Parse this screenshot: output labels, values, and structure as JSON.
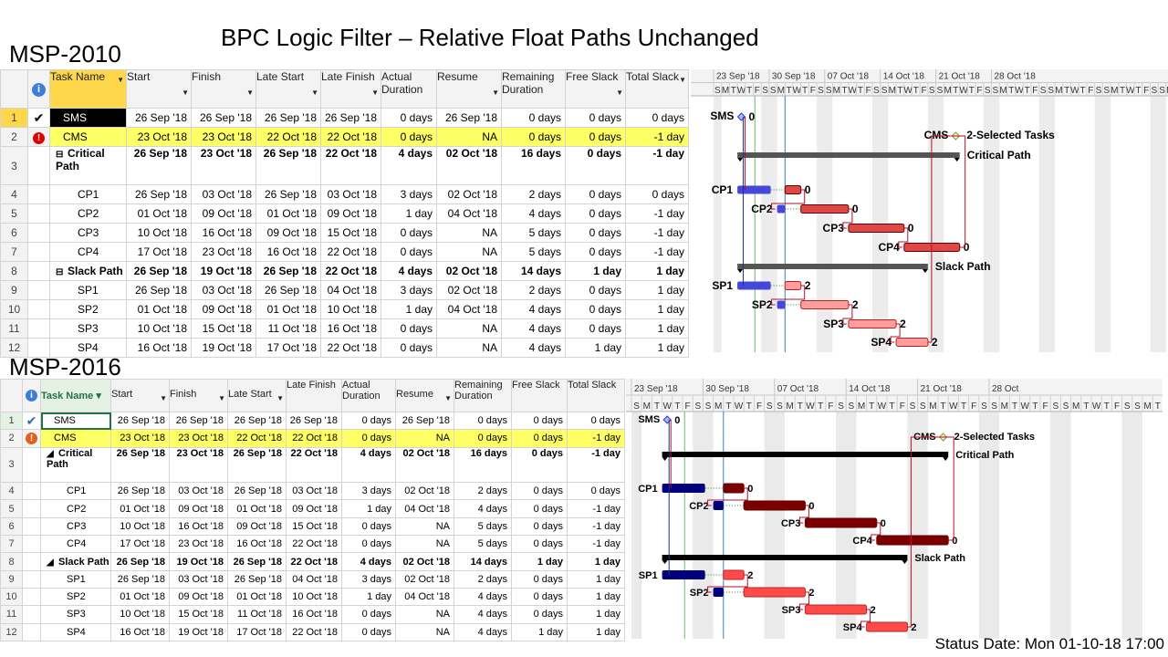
{
  "title": "BPC Logic Filter – Relative Float Paths Unchanged",
  "status_date": "Status Date: Mon 01-10-18 17:00",
  "msp2010": {
    "label": "MSP-2010",
    "columns": [
      "Task Name",
      "Start",
      "Finish",
      "Late Start",
      "Late Finish",
      "Actual Duration",
      "Resume",
      "Remaining Duration",
      "Free Slack",
      "Total Slack"
    ],
    "timescale_weeks": [
      "23 Sep '18",
      "30 Sep '18",
      "07 Oct '18",
      "14 Oct '18",
      "21 Oct '18",
      "28 Oct '18"
    ],
    "day_letters": [
      "S",
      "M",
      "T",
      "W",
      "T",
      "F",
      "S"
    ]
  },
  "msp2016": {
    "label": "MSP-2016",
    "columns": [
      "Task Name",
      "Start",
      "Finish",
      "Late Start",
      "Late Finish",
      "Actual Duration",
      "Resume",
      "Remaining Duration",
      "Free Slack",
      "Total Slack"
    ],
    "timescale_weeks": [
      "23 Sep '18",
      "30 Sep '18",
      "07 Oct '18",
      "14 Oct '18",
      "21 Oct '18",
      "28 Oct"
    ],
    "day_letters": [
      "S",
      "M",
      "T",
      "W",
      "T",
      "F",
      "S"
    ]
  },
  "rows": [
    {
      "id": "1",
      "name": "SMS",
      "start": "26 Sep '18",
      "finish": "26 Sep '18",
      "ls": "26 Sep '18",
      "lf": "26 Sep '18",
      "ad": "0 days",
      "resume": "26 Sep '18",
      "rd": "0 days",
      "fs": "0 days",
      "ts": "0 days"
    },
    {
      "id": "2",
      "name": "CMS",
      "start": "23 Oct '18",
      "finish": "23 Oct '18",
      "ls": "22 Oct '18",
      "lf": "22 Oct '18",
      "ad": "0 days",
      "resume": "NA",
      "rd": "0 days",
      "fs": "0 days",
      "ts": "-1 day"
    },
    {
      "id": "3",
      "name": "Critical Path",
      "start": "26 Sep '18",
      "finish": "23 Oct '18",
      "ls": "26 Sep '18",
      "lf": "22 Oct '18",
      "ad": "4 days",
      "resume": "02 Oct '18",
      "rd": "16 days",
      "fs": "0 days",
      "ts": "-1 day"
    },
    {
      "id": "4",
      "name": "CP1",
      "start": "26 Sep '18",
      "finish": "03 Oct '18",
      "ls": "26 Sep '18",
      "lf": "03 Oct '18",
      "ad": "3 days",
      "resume": "02 Oct '18",
      "rd": "2 days",
      "fs": "0 days",
      "ts": "0 days"
    },
    {
      "id": "5",
      "name": "CP2",
      "start": "01 Oct '18",
      "finish": "09 Oct '18",
      "ls": "01 Oct '18",
      "lf": "09 Oct '18",
      "ad": "1 day",
      "resume": "04 Oct '18",
      "rd": "4 days",
      "fs": "0 days",
      "ts": "-1 day"
    },
    {
      "id": "6",
      "name": "CP3",
      "start": "10 Oct '18",
      "finish": "16 Oct '18",
      "ls": "09 Oct '18",
      "lf": "15 Oct '18",
      "ad": "0 days",
      "resume": "NA",
      "rd": "5 days",
      "fs": "0 days",
      "ts": "-1 day"
    },
    {
      "id": "7",
      "name": "CP4",
      "start": "17 Oct '18",
      "finish": "23 Oct '18",
      "ls": "16 Oct '18",
      "lf": "22 Oct '18",
      "ad": "0 days",
      "resume": "NA",
      "rd": "5 days",
      "fs": "0 days",
      "ts": "-1 day"
    },
    {
      "id": "8",
      "name": "Slack Path",
      "start": "26 Sep '18",
      "finish": "19 Oct '18",
      "ls": "26 Sep '18",
      "lf": "22 Oct '18",
      "ad": "4 days",
      "resume": "02 Oct '18",
      "rd": "14 days",
      "fs": "1 day",
      "ts": "1 day"
    },
    {
      "id": "9",
      "name": "SP1",
      "start": "26 Sep '18",
      "finish": "03 Oct '18",
      "ls": "26 Sep '18",
      "lf": "04 Oct '18",
      "ad": "3 days",
      "resume": "02 Oct '18",
      "rd": "2 days",
      "fs": "0 days",
      "ts": "1 day"
    },
    {
      "id": "10",
      "name": "SP2",
      "start": "01 Oct '18",
      "finish": "09 Oct '18",
      "ls": "01 Oct '18",
      "lf": "10 Oct '18",
      "ad": "1 day",
      "resume": "04 Oct '18",
      "rd": "4 days",
      "fs": "0 days",
      "ts": "1 day"
    },
    {
      "id": "11",
      "name": "SP3",
      "start": "10 Oct '18",
      "finish": "15 Oct '18",
      "ls": "11 Oct '18",
      "lf": "16 Oct '18",
      "ad": "0 days",
      "resume": "NA",
      "rd": "4 days",
      "fs": "0 days",
      "ts": "1 day"
    },
    {
      "id": "12",
      "name": "SP4",
      "start": "16 Oct '18",
      "finish": "19 Oct '18",
      "ls": "17 Oct '18",
      "lf": "22 Oct '18",
      "ad": "0 days",
      "resume": "NA",
      "rd": "4 days",
      "fs": "1 day",
      "ts": "1 day"
    }
  ],
  "gantt_labels": {
    "selected": "2-Selected Tasks",
    "critical": "Critical Path",
    "slack": "Slack Path"
  },
  "slack_marks": {
    "cp": "0",
    "sp": "2",
    "sms": "0"
  },
  "colors": {
    "highlight": "#ffff66",
    "cp_2010": "#e04848",
    "sp_2010": "#ff9c9c",
    "done_2010": "#4646d8",
    "cp_2016": "#7a0000",
    "sp_2016": "#ff4a4a",
    "done_2016": "#00007f",
    "status_line": "#2f7fd0",
    "current_line": "#6aba6a"
  }
}
